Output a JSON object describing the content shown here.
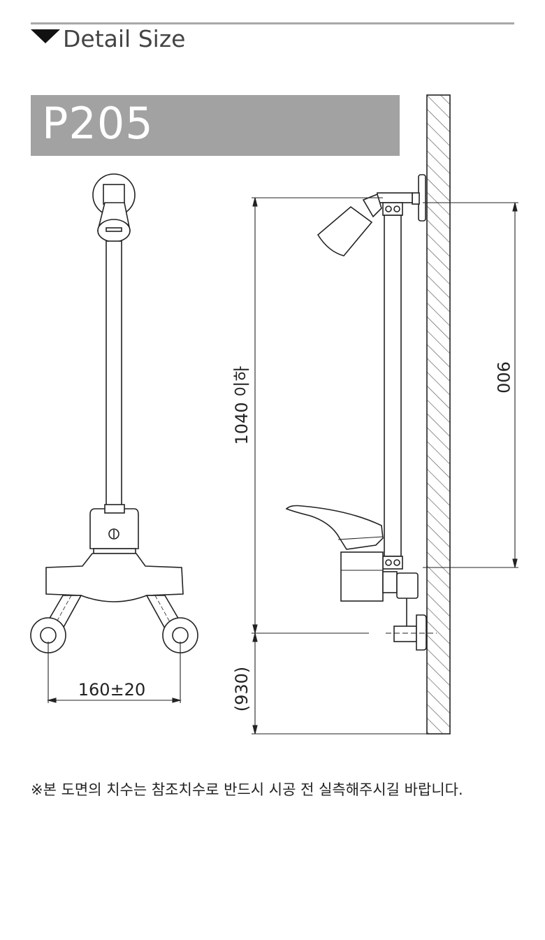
{
  "header": {
    "title": "Detail Size"
  },
  "model": {
    "code": "P205"
  },
  "dimensions": {
    "width": "160±20",
    "total_height": "1040 이하",
    "shower_height": "900",
    "floor_height": "(930)"
  },
  "note": "※본 도면의 치수는 참조치수로 반드시 시공 전 실측해주시길 바랍니다."
}
